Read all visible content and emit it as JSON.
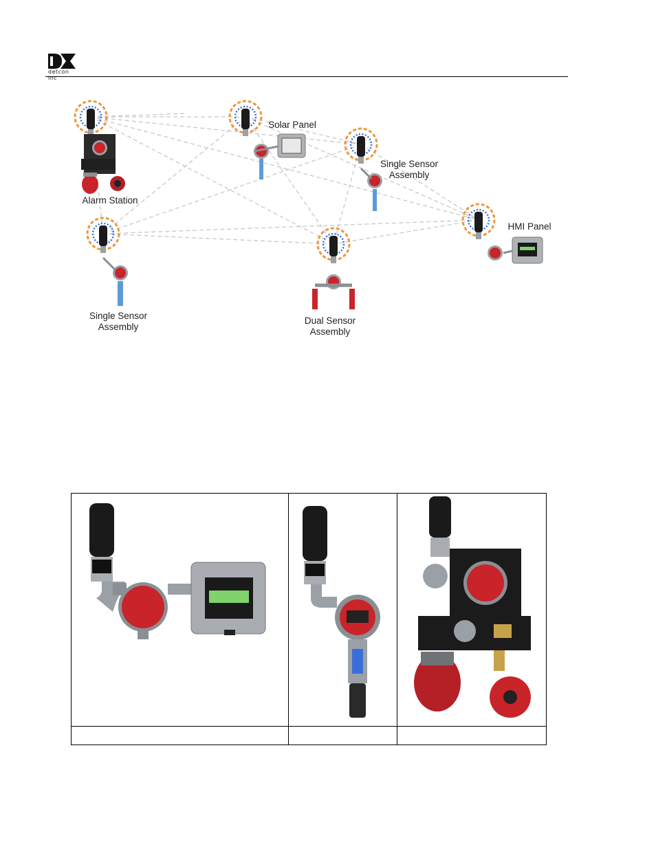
{
  "header": {
    "logo_text": "detcon inc"
  },
  "network_diagram": {
    "nodes": [
      {
        "id": "alarm-station",
        "label": "Alarm Station"
      },
      {
        "id": "solar-panel",
        "label": "Solar Panel"
      },
      {
        "id": "single-sensor-top",
        "label_lines": [
          "Single Sensor",
          "Assembly"
        ]
      },
      {
        "id": "hmi-panel",
        "label": "HMI Panel"
      },
      {
        "id": "single-sensor-left",
        "label_lines": [
          "Single Sensor",
          "Assembly"
        ]
      },
      {
        "id": "dual-sensor",
        "label_lines": [
          "Dual Sensor",
          "Assembly"
        ]
      }
    ],
    "colors": {
      "orange_ring": "#f0963c",
      "blue_ring": "#3a6fd8",
      "mesh_line": "#c8c8c8",
      "device_red": "#c8242a",
      "steel": "#a9acb0"
    }
  },
  "photo_table": {
    "captions": [
      "",
      "",
      ""
    ]
  }
}
